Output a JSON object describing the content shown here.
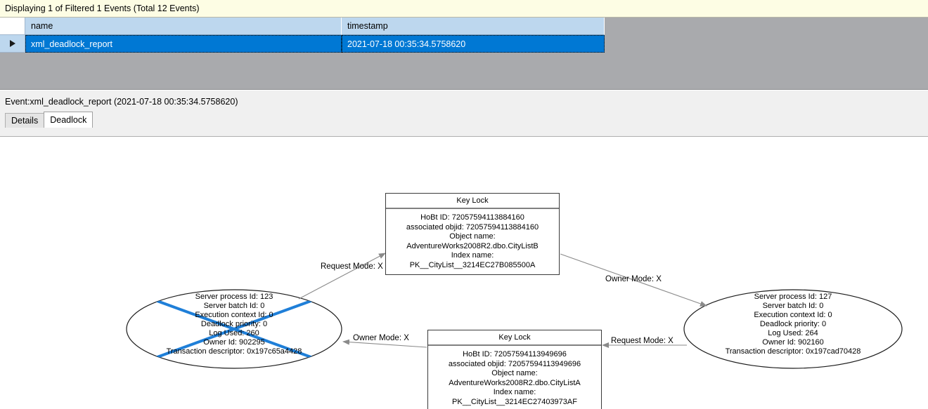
{
  "banner": {
    "text": "Displaying 1 of Filtered 1 Events (Total 12 Events)"
  },
  "grid": {
    "columns": [
      "name",
      "timestamp"
    ],
    "rows": [
      {
        "name": "xml_deadlock_report",
        "timestamp": "2021-07-18 00:35:34.5758620",
        "selected": true
      }
    ]
  },
  "detail": {
    "event_title": "Event:xml_deadlock_report (2021-07-18 00:35:34.5758620)",
    "tabs": [
      {
        "label": "Details",
        "active": false
      },
      {
        "label": "Deadlock",
        "active": true
      }
    ]
  },
  "deadlock": {
    "victim_color": "#1f7fd8",
    "edge_color": "#808080",
    "nodes": {
      "lock_top": {
        "title": "Key Lock",
        "lines": [
          "HoBt ID: 72057594113884160",
          "associated objid: 72057594113884160",
          "Object name: AdventureWorks2008R2.dbo.CityListB",
          "Index name: PK__CityList__3214EC27B085500A"
        ]
      },
      "lock_bottom": {
        "title": "Key Lock",
        "lines": [
          "HoBt ID: 72057594113949696",
          "associated objid: 72057594113949696",
          "Object name: AdventureWorks2008R2.dbo.CityListA",
          "Index name: PK__CityList__3214EC27403973AF"
        ]
      },
      "process_left": {
        "victim": true,
        "lines": [
          "Server process Id: 123",
          "Server batch Id: 0",
          "Execution context Id: 0",
          "Deadlock priority: 0",
          "Log Used: 260",
          "Owner Id: 902295",
          "Transaction descriptor: 0x197c65a4428"
        ]
      },
      "process_right": {
        "victim": false,
        "lines": [
          "Server process Id: 127",
          "Server batch Id: 0",
          "Execution context Id: 0",
          "Deadlock priority: 0",
          "Log Used: 264",
          "Owner Id: 902160",
          "Transaction descriptor: 0x197cad70428"
        ]
      }
    },
    "edges": [
      {
        "id": "request-left-top",
        "label": "Request Mode: X"
      },
      {
        "id": "owner-top-right",
        "label": "Owner Mode: X"
      },
      {
        "id": "owner-bottom-left",
        "label": "Owner Mode: X"
      },
      {
        "id": "request-right-bottom",
        "label": "Request Mode: X"
      }
    ]
  }
}
